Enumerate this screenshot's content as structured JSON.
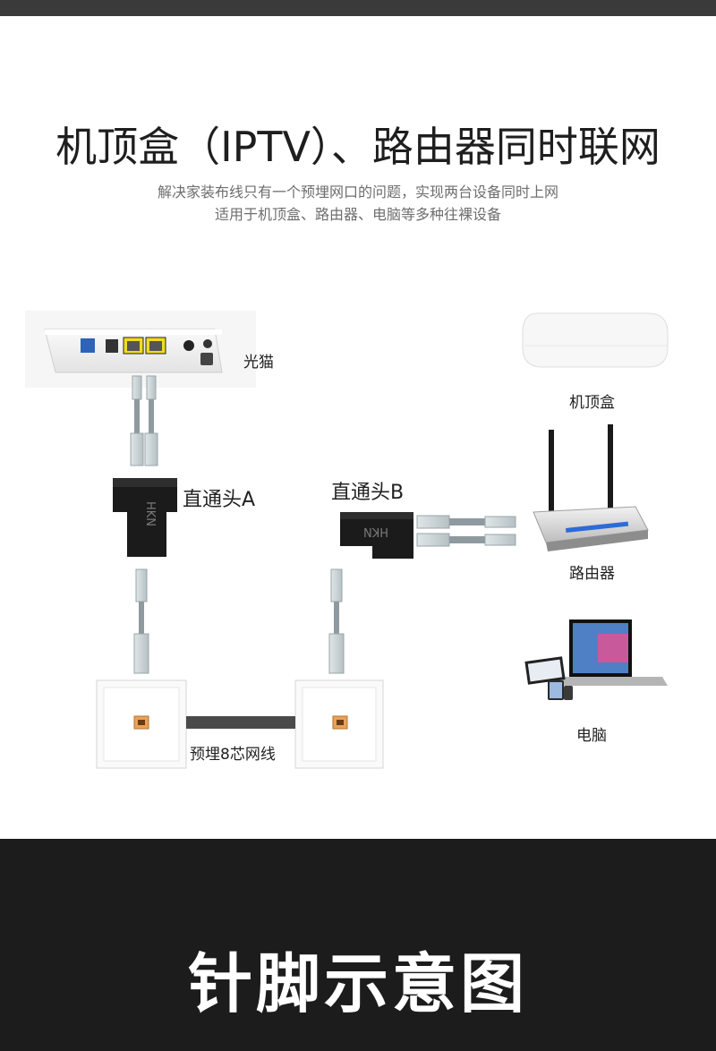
{
  "header": {
    "title": "机顶盒（IPTV）、路由器同时联网",
    "subtitle_line1": "解决家装布线只有一个预埋网口的问题，实现两台设备同时上网",
    "subtitle_line2": "适用于机顶盒、路由器、电脑等多种往裸设备"
  },
  "diagram": {
    "modem_label": "光猫",
    "connector_a_label": "直通头A",
    "connector_b_label": "直通头B",
    "connector_brand": "HKN",
    "stb_label": "机顶盒",
    "router_label": "路由器",
    "pc_label": "电脑",
    "cable_label": "预埋8芯网线"
  },
  "footer": {
    "title": "针脚示意图"
  },
  "colors": {
    "topbar": "#3a3a3a",
    "footer_bg": "#1c1c1c",
    "cable": "#8f9aa0",
    "plug": "#c9d3d6",
    "embedded_cable": "#4a4a4a"
  }
}
